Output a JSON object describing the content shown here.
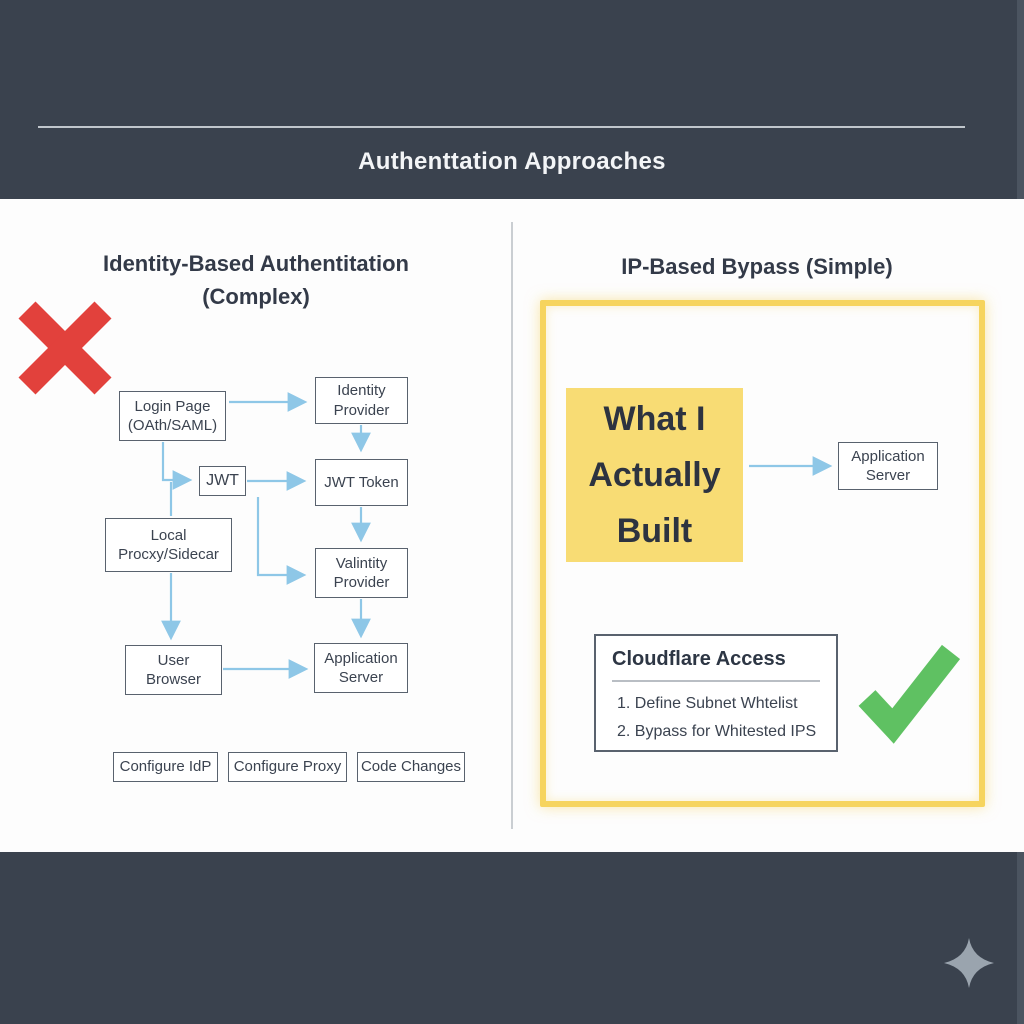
{
  "colors": {
    "band": "#3a424e",
    "band_edge": "#4b5460",
    "arrow_blue": "#8ec7e7",
    "box_border": "#59626e",
    "text_dark": "#3b4350",
    "red_x": "#e2413c",
    "green_check": "#5fc162",
    "yellow_border": "#f6d45e",
    "yellow_fill": "#f8dc74",
    "divider": "#caced2"
  },
  "header": {
    "title": "Authenttation Approaches"
  },
  "left_panel": {
    "heading": "Identity-Based Authentitation\n(Complex)",
    "status_icon": "red-x-icon",
    "nodes": {
      "login_page": "Login Page\n(OAth/SAML)",
      "identity_provider": "Identity\nProvider",
      "jwt": "JWT",
      "jwt_token": "JWT Token",
      "local_proxy": "Local\nProcxy/Sidecar",
      "validity_provider": "Valintity\nProvider",
      "user_browser": "User\nBrowser",
      "app_server": "Application\nServer"
    },
    "steps": [
      "Configure IdP",
      "Configure Proxy",
      "Code Changes"
    ]
  },
  "right_panel": {
    "heading": "IP-Based Bypass (Simple)",
    "status_icon": "green-check-icon",
    "built_box": "What I\nActually\nBuilt",
    "app_server": "Application\nServer",
    "cloudflare": {
      "title": "Cloudflare Access",
      "items": [
        "1. Define Subnet Whtelist",
        "2. Bypass for Whitested IPS"
      ]
    }
  },
  "footer": {
    "icon": "sparkle-icon"
  }
}
